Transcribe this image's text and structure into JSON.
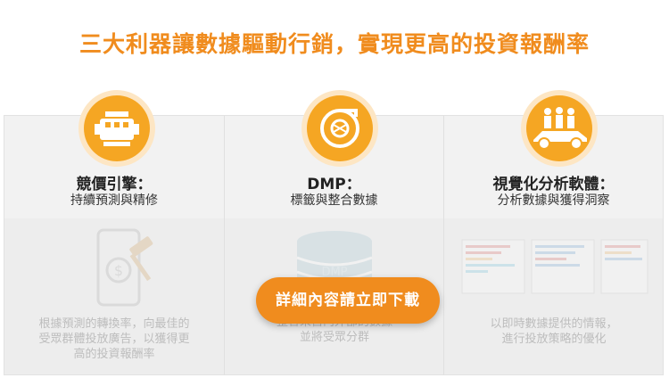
{
  "headline": "三大利器讓數據驅動行銷，實現更高的投資報酬率",
  "colors": {
    "accent": "#f08c1e",
    "icon_bg": "#f5a623",
    "panel_bg": "#ededed"
  },
  "features": [
    {
      "icon": "engine-icon",
      "title": "競價引擎：",
      "subtitle": "持續預測與精修",
      "preview_icon": "phone-auction-icon",
      "description_lines": [
        "根據預測的轉換率，向最佳的",
        "受眾群體投放廣告，以獲得更",
        "高的投資報酬率"
      ]
    },
    {
      "icon": "turbo-icon",
      "title": "DMP：",
      "subtitle": "標籤與整合數據",
      "preview_icon": "database-icon",
      "preview_text": "DMP",
      "description_lines": [
        "整合來自內外部的數據",
        "並將受眾分群"
      ]
    },
    {
      "icon": "race-car-team-icon",
      "title": "視覺化分析軟體：",
      "subtitle": "分析數據與獲得洞察",
      "preview_icon": "dashboard-chart-icon",
      "description_lines": [
        "以即時數據提供的情報，",
        "進行投放策略的優化"
      ]
    }
  ],
  "cta": {
    "label": "詳細內容請立即下載"
  }
}
